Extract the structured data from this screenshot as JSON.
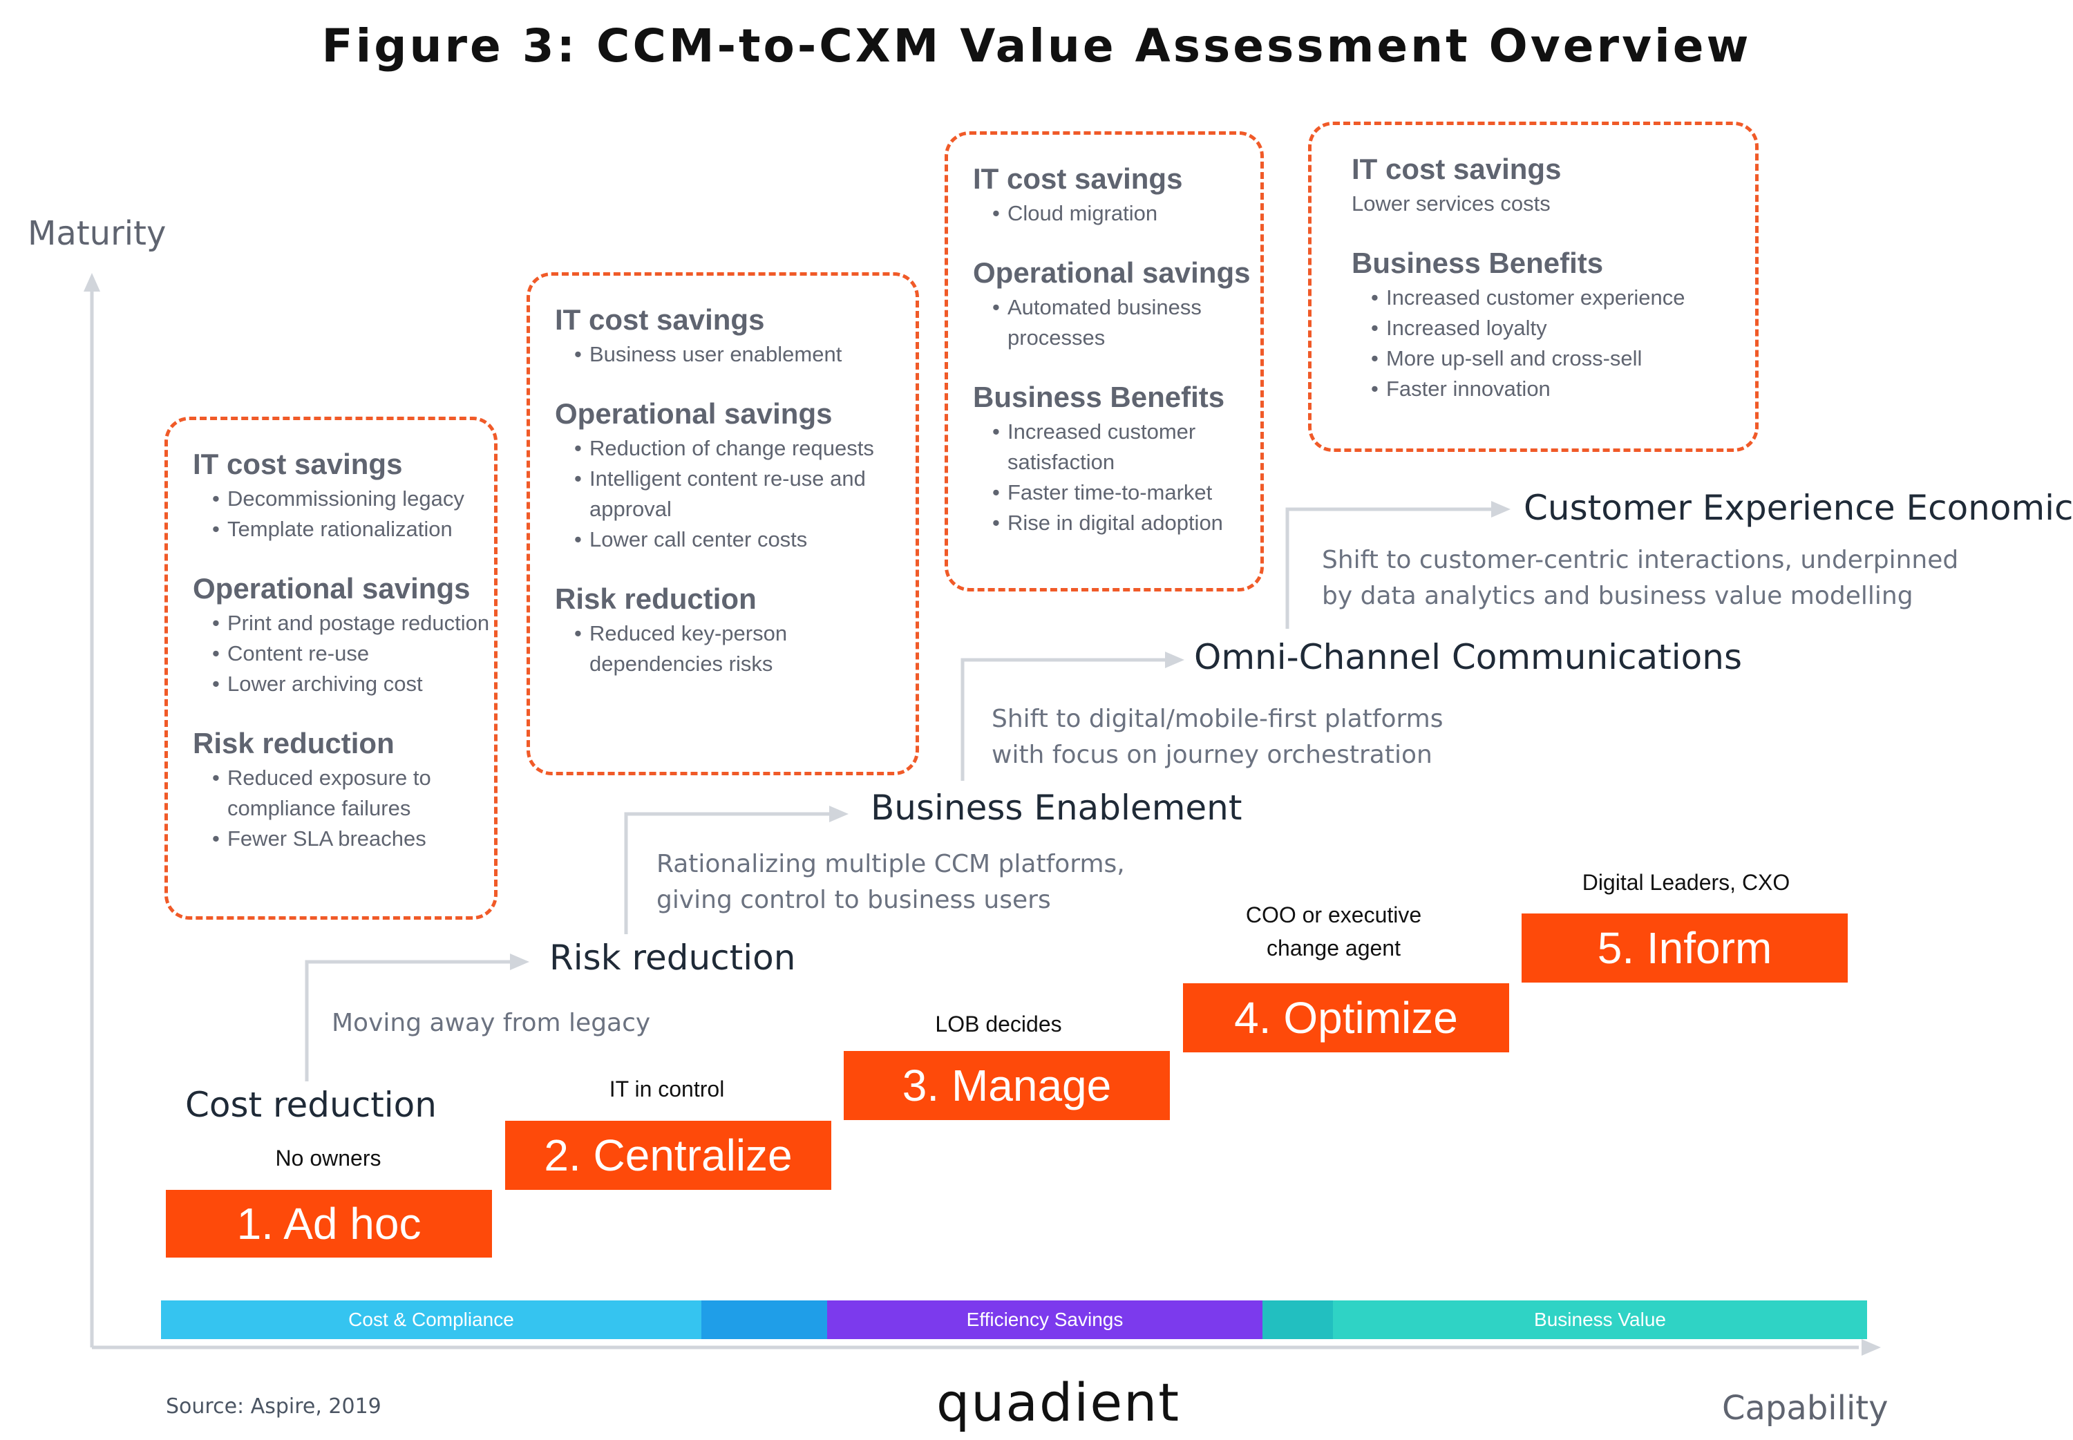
{
  "title": "Figure 3: CCM-to-CXM Value Assessment Overview",
  "axes": {
    "y_label": "Maturity",
    "x_label": "Capability"
  },
  "boxes": [
    {
      "sections": [
        {
          "heading": "IT cost savings",
          "items": [
            "Decommissioning legacy",
            "Template rationalization"
          ]
        },
        {
          "heading": "Operational savings",
          "items": [
            "Print and  postage reduction",
            "Content re-use",
            "Lower archiving cost"
          ]
        },
        {
          "heading": "Risk reduction",
          "items": [
            "Reduced exposure to compliance failures",
            "Fewer SLA breaches"
          ]
        }
      ]
    },
    {
      "sections": [
        {
          "heading": "IT cost savings",
          "items": [
            "Business user enablement"
          ]
        },
        {
          "heading": "Operational savings",
          "items": [
            "Reduction of change requests",
            "Intelligent content re-use and approval",
            "Lower call center costs"
          ]
        },
        {
          "heading": "Risk reduction",
          "items": [
            "Reduced key-person dependencies risks"
          ]
        }
      ]
    },
    {
      "sections": [
        {
          "heading": "IT cost savings",
          "items": [
            "Cloud migration"
          ]
        },
        {
          "heading": "Operational savings",
          "items": [
            "Automated business processes"
          ]
        },
        {
          "heading": "Business Benefits",
          "items": [
            "Increased customer satisfaction",
            "Faster time-to-market",
            "Rise in digital adoption"
          ]
        }
      ]
    },
    {
      "sections": [
        {
          "heading": "IT cost savings",
          "plain": "Lower services costs"
        },
        {
          "heading": "Business Benefits",
          "items": [
            "Increased customer experience",
            "Increased loyalty",
            "More up-sell and cross-sell",
            "Faster innovation"
          ]
        }
      ]
    }
  ],
  "steps": [
    {
      "title": "Cost reduction",
      "desc": []
    },
    {
      "title": "Risk reduction",
      "desc": [
        "Moving away from legacy"
      ]
    },
    {
      "title": "Business Enablement",
      "desc": [
        "Rationalizing multiple CCM platforms,",
        "giving control to business users"
      ]
    },
    {
      "title": "Omni-Channel Communications",
      "desc": [
        "Shift to digital/mobile-first platforms",
        "with focus on journey orchestration"
      ]
    },
    {
      "title": "Customer Experience Economics",
      "desc": [
        "Shift to customer-centric interactions, underpinned",
        "by data analytics and business value modelling"
      ]
    }
  ],
  "stages": [
    {
      "label": "1. Ad hoc",
      "owner": [
        "No owners"
      ]
    },
    {
      "label": "2. Centralize",
      "owner": [
        "IT in control"
      ]
    },
    {
      "label": "3. Manage",
      "owner": [
        "LOB decides"
      ]
    },
    {
      "label": "4. Optimize",
      "owner": [
        "COO or executive",
        "change agent"
      ]
    },
    {
      "label": "5. Inform",
      "owner": [
        "Digital Leaders, CXO"
      ]
    }
  ],
  "bands": [
    {
      "label": "Cost & Compliance",
      "color": "#35c4f0"
    },
    {
      "label": "",
      "color": "#1f9ee8"
    },
    {
      "label": "Efficiency Savings",
      "color": "#7c3aed"
    },
    {
      "label": "",
      "color": "#22bfc0"
    },
    {
      "label": "Business Value",
      "color": "#2fd3c5"
    }
  ],
  "footer": {
    "source": "Source: Aspire, 2019",
    "logo": "quadient"
  },
  "colors": {
    "accent": "#fe4a0a",
    "dashed_border": "#f05a28",
    "connector": "#c8ccd3"
  }
}
